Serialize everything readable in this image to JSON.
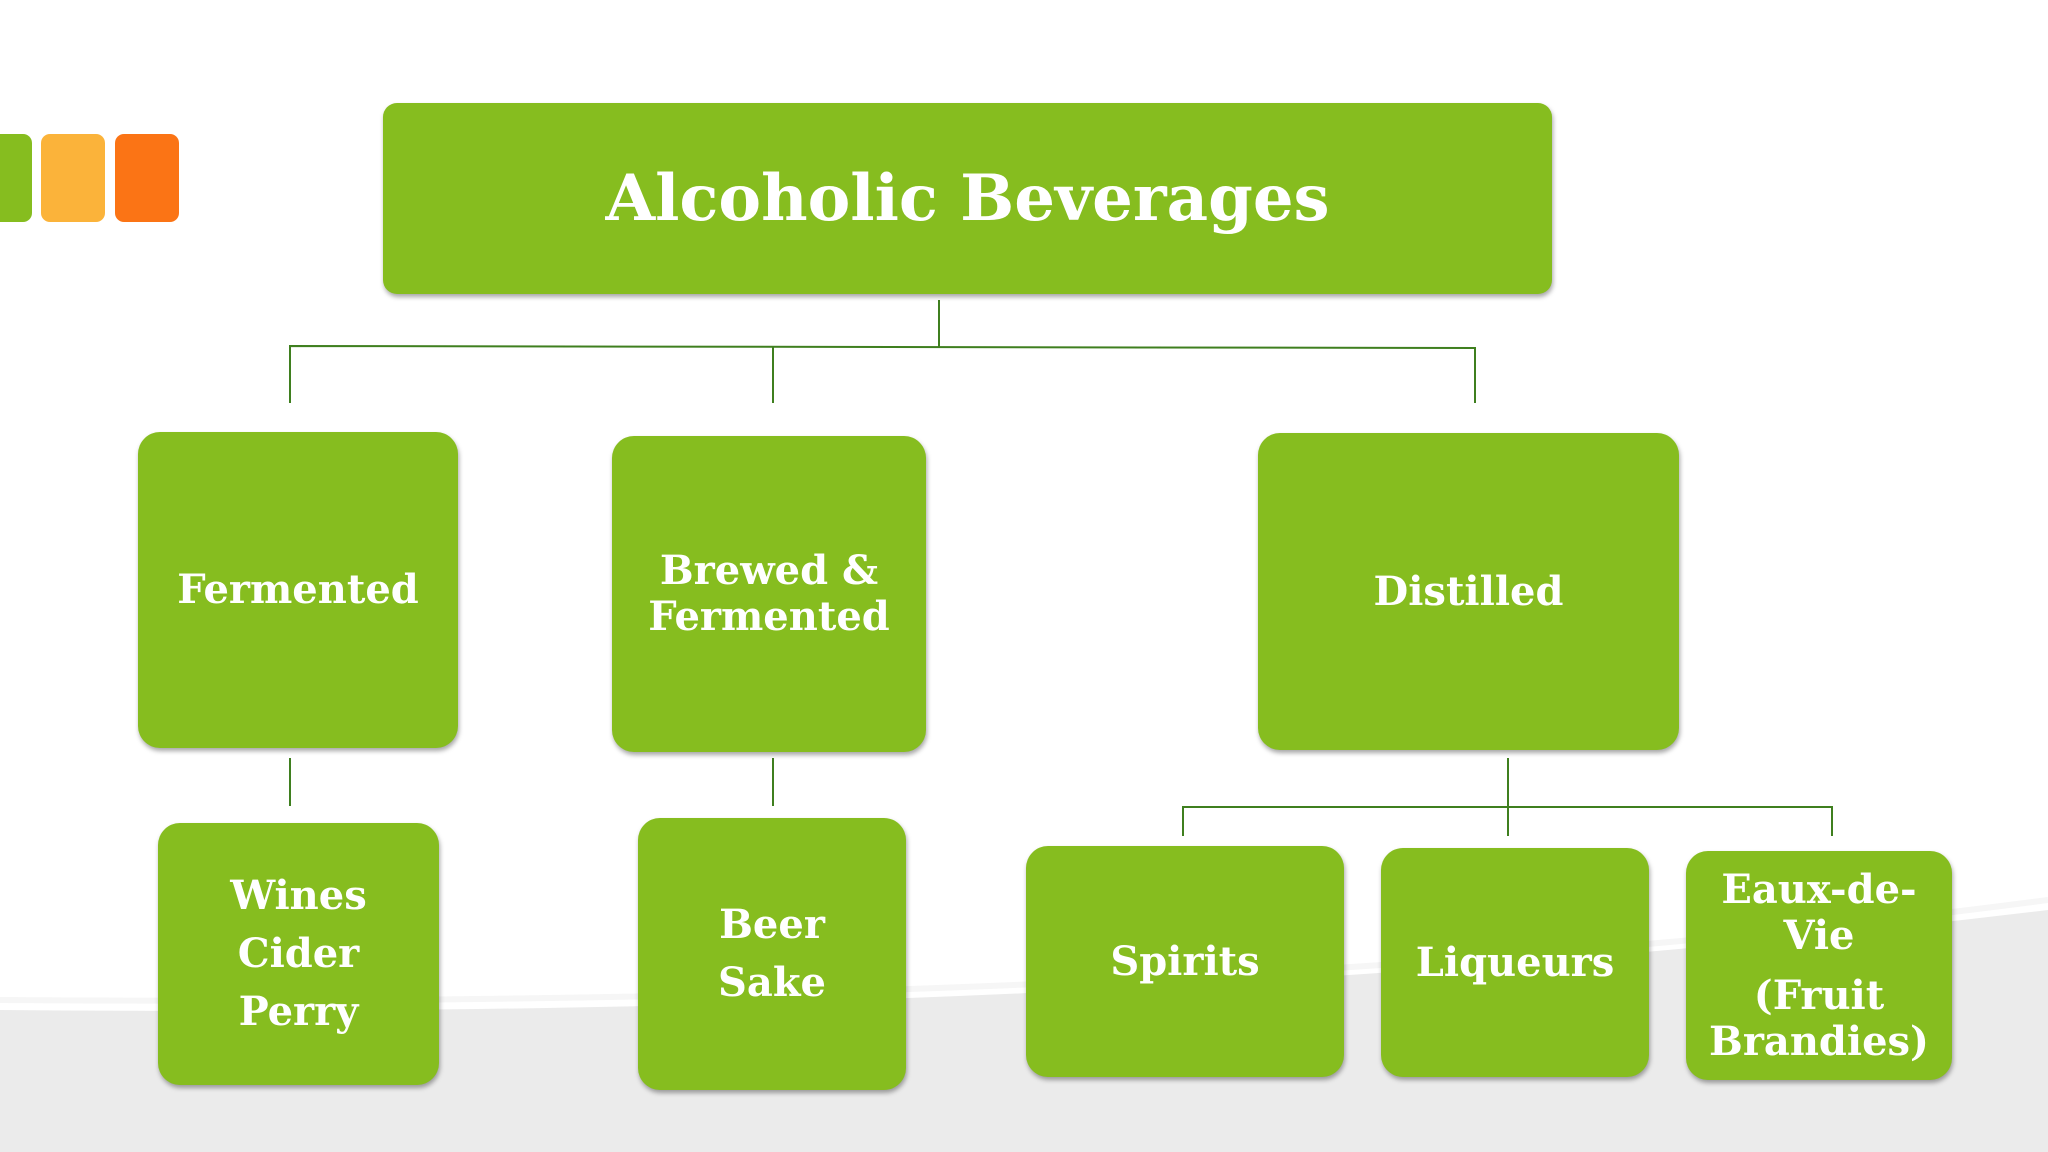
{
  "decoration": {
    "squares": [
      {
        "name": "green-square",
        "color": "#86bd1f"
      },
      {
        "name": "yellow-square",
        "color": "#fbb33a"
      },
      {
        "name": "orange-square",
        "color": "#fb7415"
      }
    ]
  },
  "diagram": {
    "root": {
      "label": "Alcoholic Beverages"
    },
    "categories": [
      {
        "label": "Fermented",
        "examples": [
          "Wines",
          "Cider",
          "Perry"
        ]
      },
      {
        "label_lines": [
          "Brewed &",
          "Fermented"
        ],
        "examples": [
          "Beer",
          "Sake"
        ]
      },
      {
        "label": "Distilled",
        "children": [
          {
            "label": "Spirits"
          },
          {
            "label": "Liqueurs"
          },
          {
            "label_lines": [
              "Eaux-de-Vie",
              "(Fruit",
              "Brandies)"
            ]
          }
        ]
      }
    ],
    "colors": {
      "box": "#86bd1f",
      "text": "#ffffff",
      "connector": "#3f7f1f"
    }
  }
}
